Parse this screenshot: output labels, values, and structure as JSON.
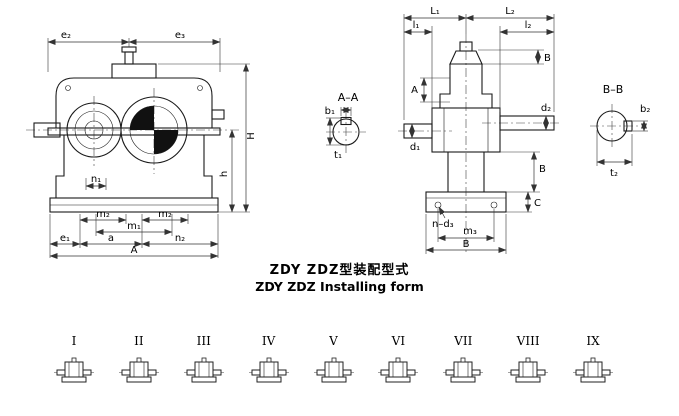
{
  "caption": {
    "title_zh": "ZDY ZDZ型装配型式",
    "title_en": "ZDY ZDZ Installing form"
  },
  "front_view": {
    "dim_e2": "e₂",
    "dim_e3": "e₃",
    "dim_H": "H",
    "dim_h": "h",
    "dim_n1": "n₁",
    "dim_m2_left": "m₂",
    "dim_m2_right": "m₂",
    "dim_m1": "m₁",
    "dim_e1": "e₁",
    "dim_a": "a",
    "dim_n2": "n₂",
    "dim_A": "A"
  },
  "section_aa": {
    "title": "A–A",
    "dim_b1": "b₁",
    "dim_t1": "t₁"
  },
  "side_view": {
    "dim_L1": "L₁",
    "dim_L2": "L₂",
    "dim_l1": "l₁",
    "dim_l2": "l₂",
    "dim_B_top": "B",
    "dim_A_left": "A",
    "dim_d2": "d₂",
    "dim_d1": "d₁",
    "dim_B_right": "B",
    "dim_C": "C",
    "dim_n_d3": "n–d₃",
    "dim_m3": "m₃",
    "dim_B_bottom": "B"
  },
  "section_bb": {
    "title": "B–B",
    "dim_b2": "b₂",
    "dim_t2": "t₂"
  },
  "installing_forms": [
    {
      "label": "I"
    },
    {
      "label": "II"
    },
    {
      "label": "III"
    },
    {
      "label": "IV"
    },
    {
      "label": "V"
    },
    {
      "label": "VI"
    },
    {
      "label": "VII"
    },
    {
      "label": "VIII"
    },
    {
      "label": "IX"
    }
  ]
}
